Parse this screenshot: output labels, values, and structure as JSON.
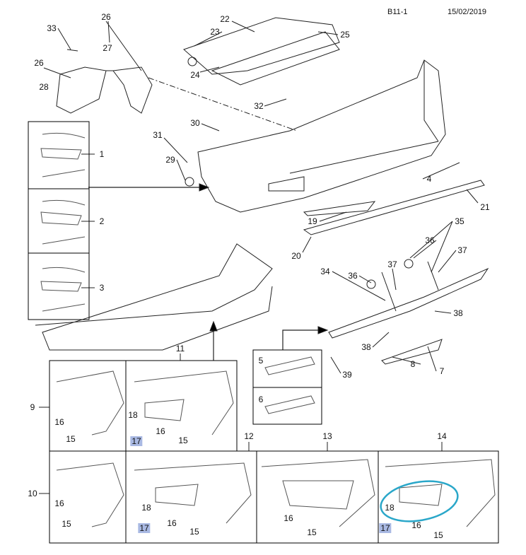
{
  "header": {
    "code": "B11-1",
    "date": "15/02/2019"
  },
  "colors": {
    "highlight": "#a9b9e3",
    "circle": "#2aa7c9",
    "line": "#000000"
  },
  "callouts": [
    "33",
    "26",
    "27",
    "26",
    "28",
    "22",
    "23",
    "25",
    "24",
    "32",
    "30",
    "31",
    "29",
    "1",
    "2",
    "3",
    "4",
    "21",
    "19",
    "20",
    "35",
    "36",
    "37",
    "34",
    "36",
    "37",
    "38",
    "38",
    "39",
    "5",
    "6",
    "8",
    "7",
    "11",
    "9",
    "16",
    "15",
    "18",
    "17",
    "16",
    "15",
    "12",
    "13",
    "14",
    "10",
    "16",
    "15",
    "18",
    "17",
    "16",
    "15",
    "16",
    "15",
    "18",
    "17",
    "16",
    "15"
  ]
}
